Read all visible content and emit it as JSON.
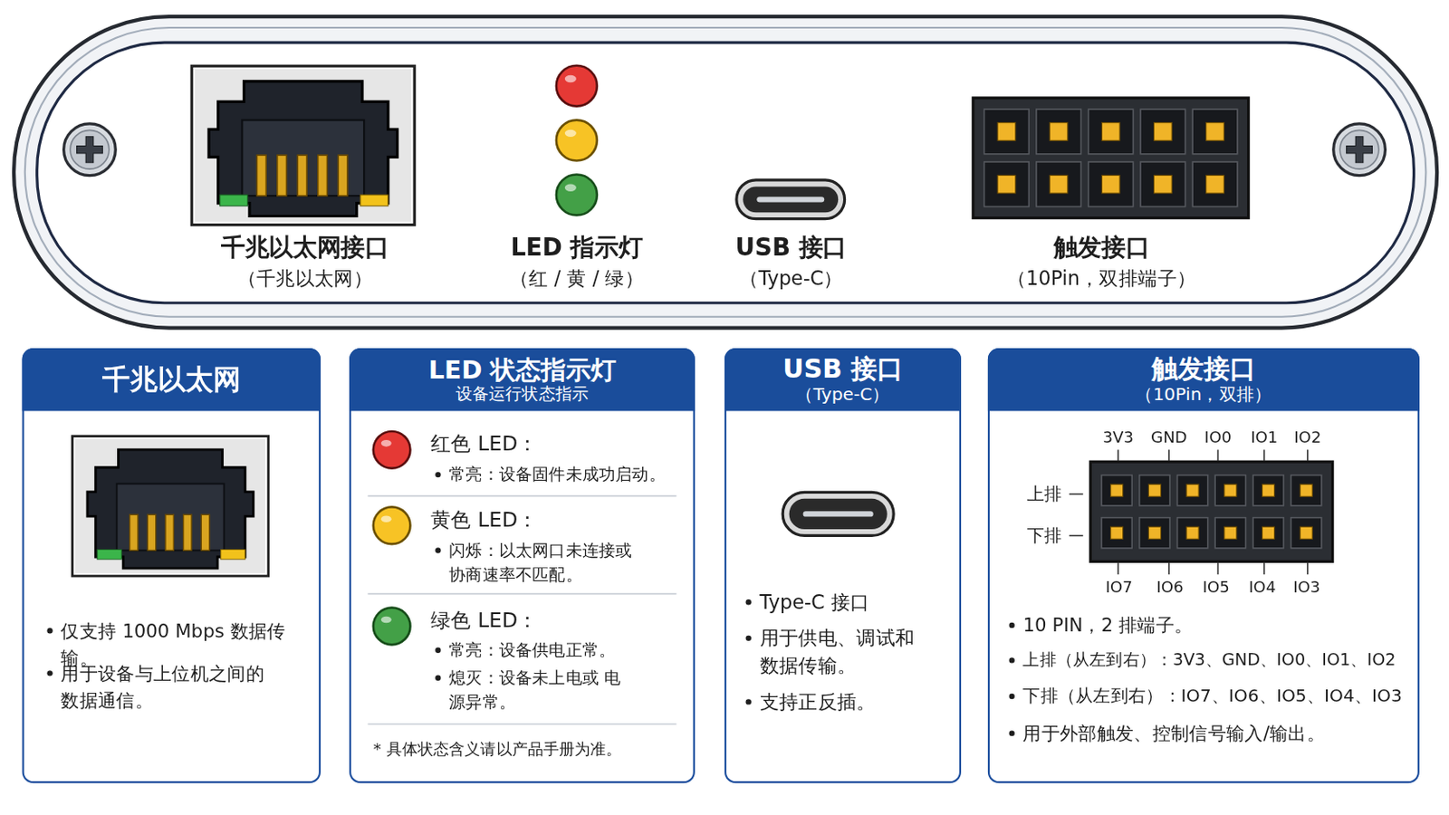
{
  "diagram": {
    "nodes": [
      {
        "text": [
          "千兆以太网",
          "仅支持 1000 Mbps 数据传输。",
          "用于设备与上位机之间的 数据通信。"
        ]
      },
      {
        "text": [
          "LED 状态指示灯",
          "设备运行状态指示",
          "红色 LED：",
          "常亮：设备固件未成功启动。",
          "黄色 LED：",
          "闪烁：以太网口未连接或 协商速率不匹配。",
          "绿色 LED：",
          "常亮：设备供电正常。",
          "熄灭：设备未上电或 电源异常。",
          "* 具体状态含义请以产品手册为准。"
        ]
      },
      {
        "text": [
          "USB 接口",
          "（Type-C）",
          "Type-C 接口",
          "用于供电、调试和 数据传输。",
          "支持正反插。"
        ]
      },
      {
        "text": [
          "触发接口",
          "（10Pin，双排）",
          "10 PIN，2 排端子。",
          "上排（从左到右）：3V3、GND、IO0、IO1、IO2",
          "下排（从左到右）：IO7、IO6、IO5、IO4、IO3",
          "用于外部触发、控制信号输入/输出。"
        ]
      }
    ],
    "labels": [
      "千兆以太网接口",
      "（千兆以太网）",
      "LED 指示灯",
      "（红 / 黄 / 绿）",
      "USB 接口",
      "（Type-C）",
      "触发接口",
      "（10Pin，双排端子）",
      "3V3",
      "GND",
      "IO0",
      "IO1",
      "IO2",
      "上排",
      "下排",
      "IO7",
      "IO6",
      "IO5",
      "IO4",
      "IO3"
    ]
  }
}
